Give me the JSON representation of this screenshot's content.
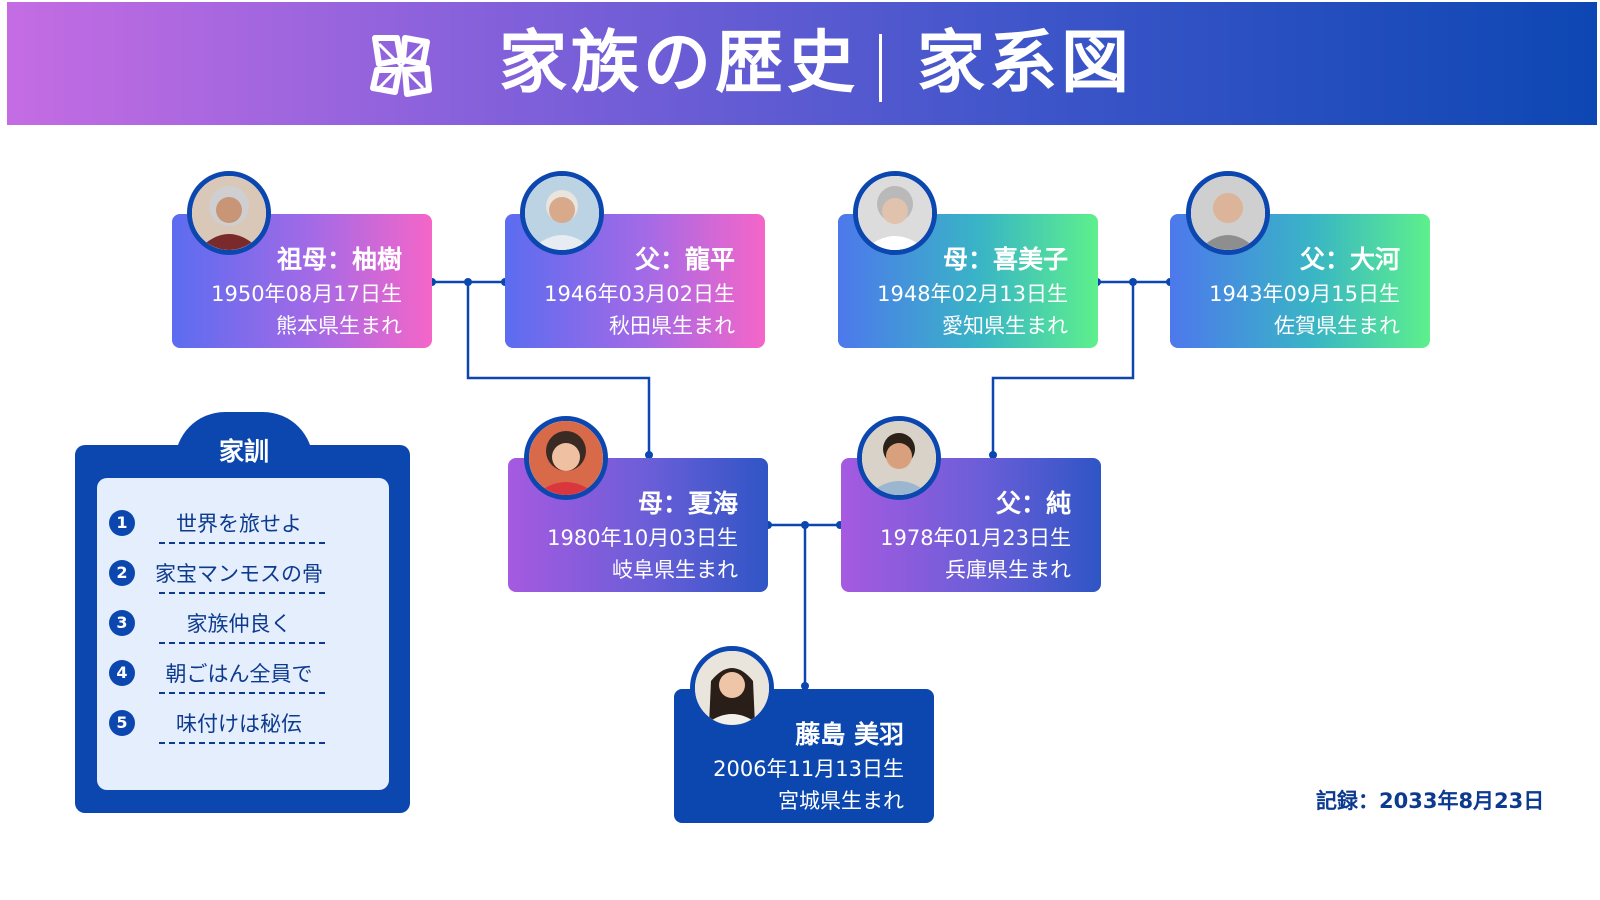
{
  "header": {
    "title": "家族の歴史",
    "subtitle": "家系図"
  },
  "members": {
    "grandmother_left": {
      "name": "祖母：柚樹",
      "birth": "1950年08月17日生",
      "origin": "熊本県生まれ"
    },
    "grandfather_left": {
      "name": "父：龍平",
      "birth": "1946年03月02日生",
      "origin": "秋田県生まれ"
    },
    "grandmother_right": {
      "name": "母：喜美子",
      "birth": "1948年02月13日生",
      "origin": "愛知県生まれ"
    },
    "grandfather_right": {
      "name": "父：大河",
      "birth": "1943年09月15日生",
      "origin": "佐賀県生まれ"
    },
    "mother": {
      "name": "母：夏海",
      "birth": "1980年10月03日生",
      "origin": "岐阜県生まれ"
    },
    "father": {
      "name": "父：純",
      "birth": "1978年01月23日生",
      "origin": "兵庫県生まれ"
    },
    "child": {
      "name": "藤島 美羽",
      "birth": "2006年11月13日生",
      "origin": "宮城県生まれ"
    }
  },
  "family_rules": {
    "title": "家訓",
    "items": [
      {
        "num": "1",
        "text": "世界を旅せよ"
      },
      {
        "num": "2",
        "text": "家宝マンモスの骨"
      },
      {
        "num": "3",
        "text": "家族仲良く"
      },
      {
        "num": "4",
        "text": "朝ごはん全員で"
      },
      {
        "num": "5",
        "text": "味付けは秘伝"
      }
    ]
  },
  "record": "記録：2033年8月23日",
  "colors": {
    "brand_blue": "#0c47b0",
    "banner_start": "#c56ce3",
    "banner_end": "#0d47b3",
    "rules_bg": "#e4eefc",
    "text_dark_blue": "#0c3a8e"
  },
  "icons": {
    "logo": "woven-knot-logo",
    "avatars": "person-portrait-icon"
  }
}
